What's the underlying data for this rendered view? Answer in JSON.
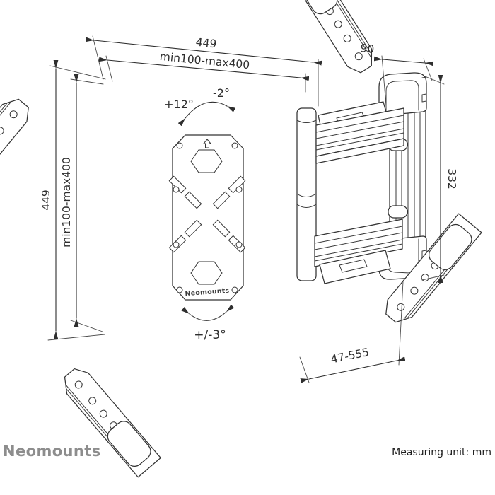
{
  "diagram": {
    "product_label": "Neomounts",
    "line_color": "#333333",
    "dimensions": {
      "top_width_total": "449",
      "top_width_vesa": "min100-max400",
      "left_height_total": "449",
      "left_height_vesa": "min100-max400",
      "wall_plate_width": "90",
      "wall_plate_height": "332",
      "extension_range": "47-555"
    },
    "rotation": {
      "tilt_plus": "+12°",
      "tilt_minus": "-2°",
      "level_adjust": "+/-3°"
    }
  },
  "footer": {
    "brand": "Neomounts",
    "brand_color": "#8d8d8d",
    "measuring_unit": "Measuring unit: mm"
  }
}
